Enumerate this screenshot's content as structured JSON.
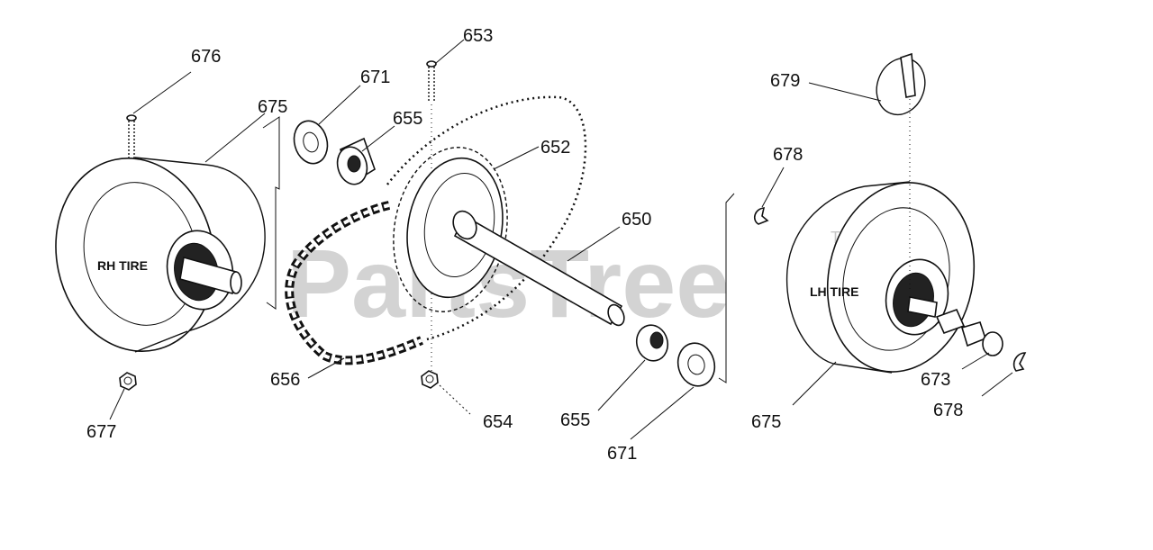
{
  "watermark": {
    "text": "PartsTree",
    "trademark": "TM"
  },
  "tire_labels": {
    "rh": "RH TIRE",
    "lh": "LH TIRE"
  },
  "callouts": {
    "c676": "676",
    "c675a": "675",
    "c671a": "671",
    "c655a": "655",
    "c653": "653",
    "c652": "652",
    "c650": "650",
    "c656": "656",
    "c654": "654",
    "c655b": "655",
    "c671b": "671",
    "c677": "677",
    "c679": "679",
    "c678a": "678",
    "c673": "673",
    "c678b": "678",
    "c675b": "675"
  }
}
